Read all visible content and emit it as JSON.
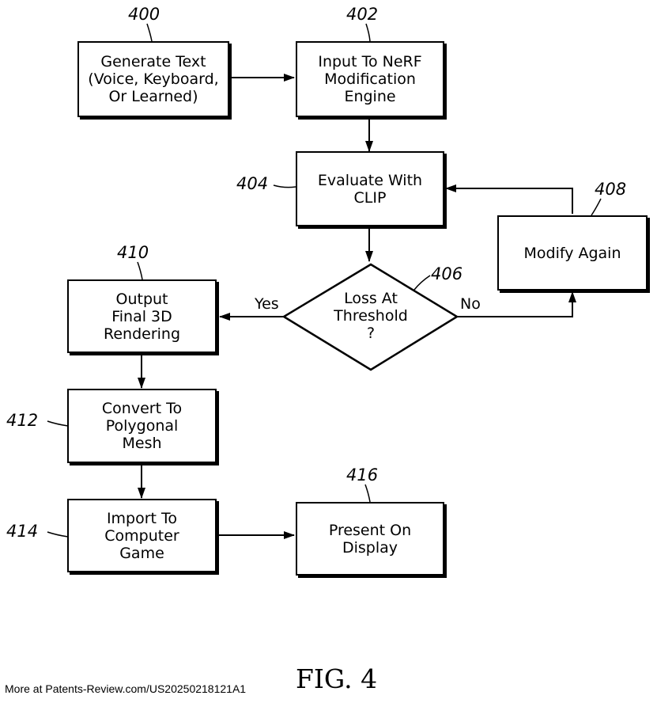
{
  "figure": {
    "title": "FIG. 4",
    "footer": "More at Patents-Review.com/US20250218121A1"
  },
  "nodes": {
    "n400": {
      "ref": "400",
      "lines": [
        "Generate Text",
        "(Voice, Keyboard,",
        "Or Learned)"
      ]
    },
    "n402": {
      "ref": "402",
      "lines": [
        "Input To NeRF",
        "Modification",
        "Engine"
      ]
    },
    "n404": {
      "ref": "404",
      "lines": [
        "Evaluate With",
        "CLIP"
      ]
    },
    "n406": {
      "ref": "406",
      "lines": [
        "Loss At",
        "Threshold",
        "?"
      ]
    },
    "n408": {
      "ref": "408",
      "lines": [
        "Modify Again"
      ]
    },
    "n410": {
      "ref": "410",
      "lines": [
        "Output",
        "Final 3D",
        "Rendering"
      ]
    },
    "n412": {
      "ref": "412",
      "lines": [
        "Convert To",
        "Polygonal",
        "Mesh"
      ]
    },
    "n414": {
      "ref": "414",
      "lines": [
        "Import To",
        "Computer",
        "Game"
      ]
    },
    "n416": {
      "ref": "416",
      "lines": [
        "Present On",
        "Display"
      ]
    }
  },
  "edges": {
    "yes_label": "Yes",
    "no_label": "No"
  }
}
